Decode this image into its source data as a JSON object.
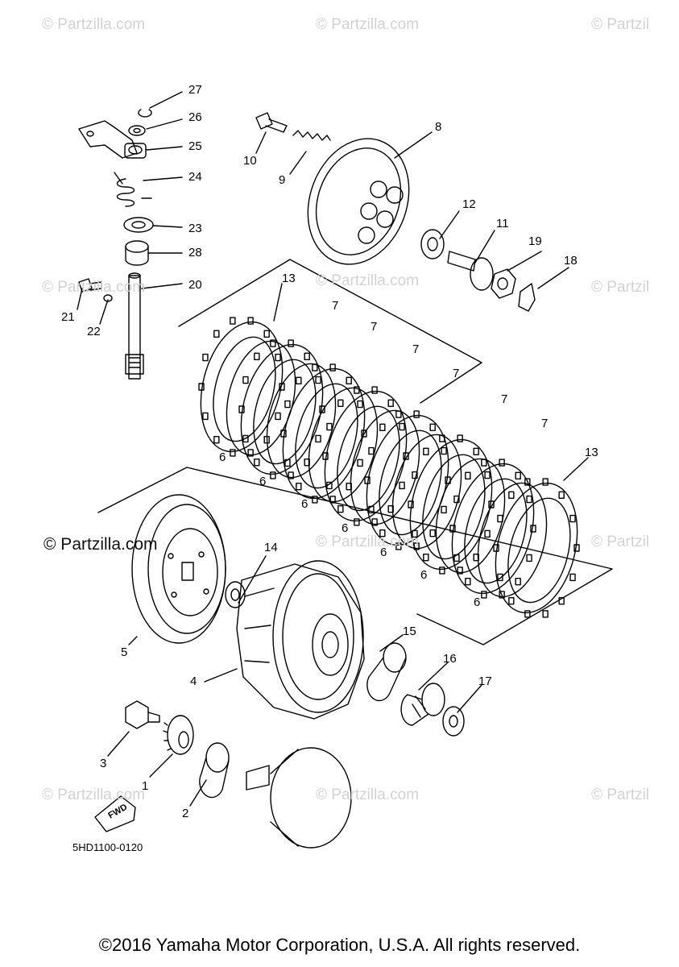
{
  "watermarks": {
    "light": "© Partzilla.com",
    "light_cut": "© Partzil",
    "dark": "© Partzilla.com"
  },
  "callouts": {
    "n1": "1",
    "n2": "2",
    "n3": "3",
    "n4": "4",
    "n5": "5",
    "n6": "6",
    "n7": "7",
    "n8": "8",
    "n9": "9",
    "n10": "10",
    "n11": "11",
    "n12": "12",
    "n13": "13",
    "n14": "14",
    "n15": "15",
    "n16": "16",
    "n17": "17",
    "n18": "18",
    "n19": "19",
    "n20": "20",
    "n21": "21",
    "n22": "22",
    "n23": "23",
    "n24": "24",
    "n25": "25",
    "n26": "26",
    "n27": "27",
    "n28": "28"
  },
  "fwd_label": "FWD",
  "diagram_code": "5HD1100-0120",
  "copyright": "©2016 Yamaha Motor Corporation, U.S.A. All rights reserved."
}
